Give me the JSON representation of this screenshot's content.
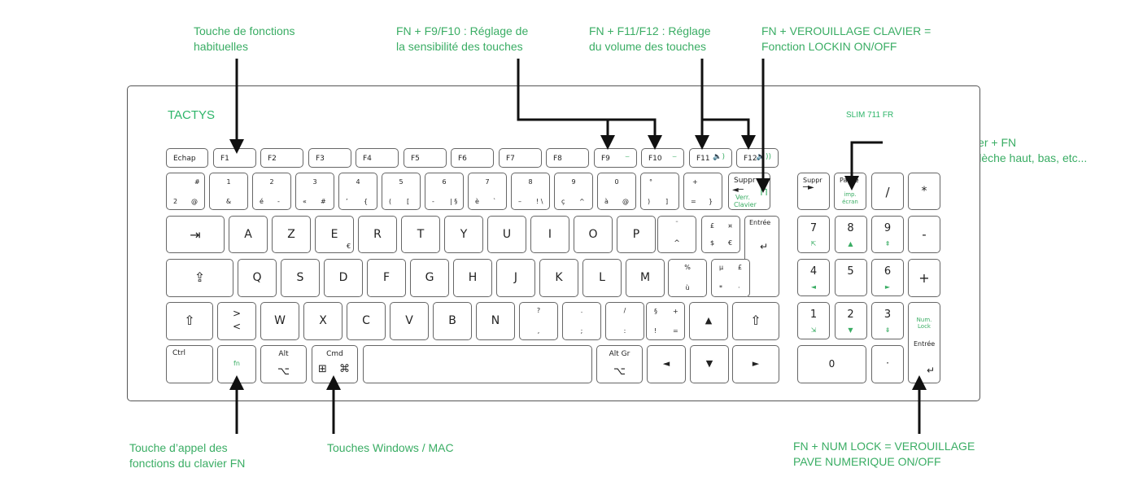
{
  "annotations": {
    "f1": "Touche de fonctions\nhabituelles",
    "f9f10": "FN + F9/F10 : Réglage de\nla sensibilité des touches",
    "f11f12": "FN + F11/F12 : Réglage\ndu volume des touches",
    "lock": "FN + VEROUILLAGE CLAVIER =\nFonction LOCKIN ON/OFF",
    "pause": "Fonctions du clavier + FN\n= Imprime écran, flèche haut, bas, etc...",
    "fn": "Touche d’appel des\nfonctions du clavier FN",
    "cmd": "Touches Windows / MAC",
    "numlock": "FN + NUM LOCK = VEROUILLAGE\nPAVE NUMERIQUE ON/OFF"
  },
  "keyboard": {
    "brand": "TACTYS",
    "model": "SLIM 711 FR",
    "accent_color": "#3aad64",
    "function_row": [
      {
        "label": "Echap",
        "icon": ""
      },
      {
        "label": "F1",
        "icon": ""
      },
      {
        "label": "F2",
        "icon": ""
      },
      {
        "label": "F3",
        "icon": ""
      },
      {
        "label": "F4",
        "icon": ""
      },
      {
        "label": "F5",
        "icon": ""
      },
      {
        "label": "F6",
        "icon": ""
      },
      {
        "label": "F7",
        "icon": ""
      },
      {
        "label": "F8",
        "icon": ""
      },
      {
        "label": "F9",
        "icon": "⌣"
      },
      {
        "label": "F10",
        "icon": "⌣"
      },
      {
        "label": "F11",
        "icon": "🔈)"
      },
      {
        "label": "F12",
        "icon": "🔈))"
      }
    ],
    "number_row": [
      {
        "top": "#",
        "bl": "2",
        "br": "@",
        "tc": ""
      },
      {
        "tc": "1",
        "bc": "&"
      },
      {
        "tc": "2",
        "bl": "é",
        "br": "-"
      },
      {
        "tc": "3",
        "bl": "«",
        "br": "#"
      },
      {
        "tc": "4",
        "bl": "’",
        "br": "{"
      },
      {
        "tc": "5",
        "bl": "(",
        "br": "["
      },
      {
        "tc": "6",
        "bl": "-",
        "br": "| §"
      },
      {
        "tc": "7",
        "bl": "è",
        "br": "`"
      },
      {
        "tc": "8",
        "bl": "–",
        "br": "! \\"
      },
      {
        "tc": "9",
        "bl": "ç",
        "br": "^"
      },
      {
        "tc": "0",
        "bl": "à",
        "br": "@"
      },
      {
        "tl": "°",
        "bl": ")",
        "br": "]"
      },
      {
        "tl": "+",
        "bl": "=",
        "br": "}"
      }
    ],
    "suppr_lock": {
      "label": "Suppr",
      "sub1": "Verr.",
      "sub2": "Clavier"
    },
    "row_a": [
      "A",
      "Z",
      "E",
      "R",
      "T",
      "Y",
      "U",
      "I",
      "O",
      "P"
    ],
    "e_alt": "€",
    "bracket_key": {
      "top": "¨",
      "bottom": "^"
    },
    "dollar_key": {
      "tl": "£",
      "tr": "¤",
      "bl": "$",
      "br": "€"
    },
    "entree": "Entrée",
    "row_q": [
      "Q",
      "S",
      "D",
      "F",
      "G",
      "H",
      "J",
      "K",
      "L",
      "M"
    ],
    "percent_key": {
      "top": "%",
      "bottom": "ù"
    },
    "mu_key": {
      "tl": "µ",
      "tr": "£",
      "bl": "*",
      "br": "·"
    },
    "lt_key": {
      "top": ">",
      "bottom": "<"
    },
    "row_w": [
      "W",
      "X",
      "C",
      "V",
      "B",
      "N"
    ],
    "punct": [
      {
        "top": "?",
        "bottom": ","
      },
      {
        "top": ".",
        "bottom": ";"
      },
      {
        "top": "/",
        "bottom": ":"
      }
    ],
    "sect_key": {
      "tl": "§",
      "tr": "+",
      "bl": "!",
      "br": "="
    },
    "bottom": {
      "ctrl": "Ctrl",
      "fn": "fn",
      "alt": "Alt",
      "cmd": "Cmd",
      "altgr": "Alt Gr"
    },
    "numpad": {
      "suppr": "Suppr",
      "pause": "Pause",
      "imp1": "imp.",
      "imp2": "écran",
      "slash": "/",
      "star": "*",
      "minus": "-",
      "plus": "+",
      "keys": [
        {
          "n": "7",
          "g": "⇱"
        },
        {
          "n": "8",
          "g": "▲"
        },
        {
          "n": "9",
          "g": "⇞"
        },
        {
          "n": "4",
          "g": "◄"
        },
        {
          "n": "5",
          "g": ""
        },
        {
          "n": "6",
          "g": "►"
        },
        {
          "n": "1",
          "g": "⇲"
        },
        {
          "n": "2",
          "g": "▼"
        },
        {
          "n": "3",
          "g": "⇟"
        }
      ],
      "num1": "Num.",
      "num2": "Lock",
      "entree": "Entrée",
      "zero": "0",
      "dot": "·"
    }
  }
}
